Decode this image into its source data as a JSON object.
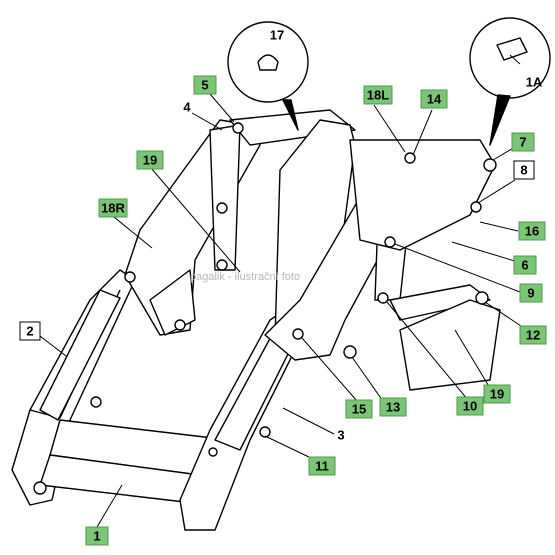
{
  "colors": {
    "callout_green": "#7cc577",
    "callout_green_border": "#4e9c4a",
    "line": "#000000",
    "watermark": "#b8b8b8"
  },
  "watermark": "pagalik - ilustrační foto",
  "callouts": [
    {
      "id": "c1",
      "text": "1",
      "style": "green"
    },
    {
      "id": "c1a",
      "text": "1A",
      "style": "plain"
    },
    {
      "id": "c2",
      "text": "2",
      "style": "boxed"
    },
    {
      "id": "c3",
      "text": "3",
      "style": "plain"
    },
    {
      "id": "c4",
      "text": "4",
      "style": "plain"
    },
    {
      "id": "c5",
      "text": "5",
      "style": "green"
    },
    {
      "id": "c6",
      "text": "6",
      "style": "green"
    },
    {
      "id": "c7",
      "text": "7",
      "style": "green"
    },
    {
      "id": "c8",
      "text": "8",
      "style": "boxed"
    },
    {
      "id": "c9",
      "text": "9",
      "style": "green"
    },
    {
      "id": "c10",
      "text": "10",
      "style": "green"
    },
    {
      "id": "c11",
      "text": "11",
      "style": "green"
    },
    {
      "id": "c12",
      "text": "12",
      "style": "green"
    },
    {
      "id": "c13",
      "text": "13",
      "style": "green"
    },
    {
      "id": "c14",
      "text": "14",
      "style": "green"
    },
    {
      "id": "c15",
      "text": "15",
      "style": "green"
    },
    {
      "id": "c16",
      "text": "16",
      "style": "green"
    },
    {
      "id": "c17",
      "text": "17",
      "style": "plain"
    },
    {
      "id": "c18l",
      "text": "18L",
      "style": "green"
    },
    {
      "id": "c18r",
      "text": "18R",
      "style": "green"
    },
    {
      "id": "c19a",
      "text": "19",
      "style": "green"
    },
    {
      "id": "c19b",
      "text": "19",
      "style": "green"
    }
  ]
}
